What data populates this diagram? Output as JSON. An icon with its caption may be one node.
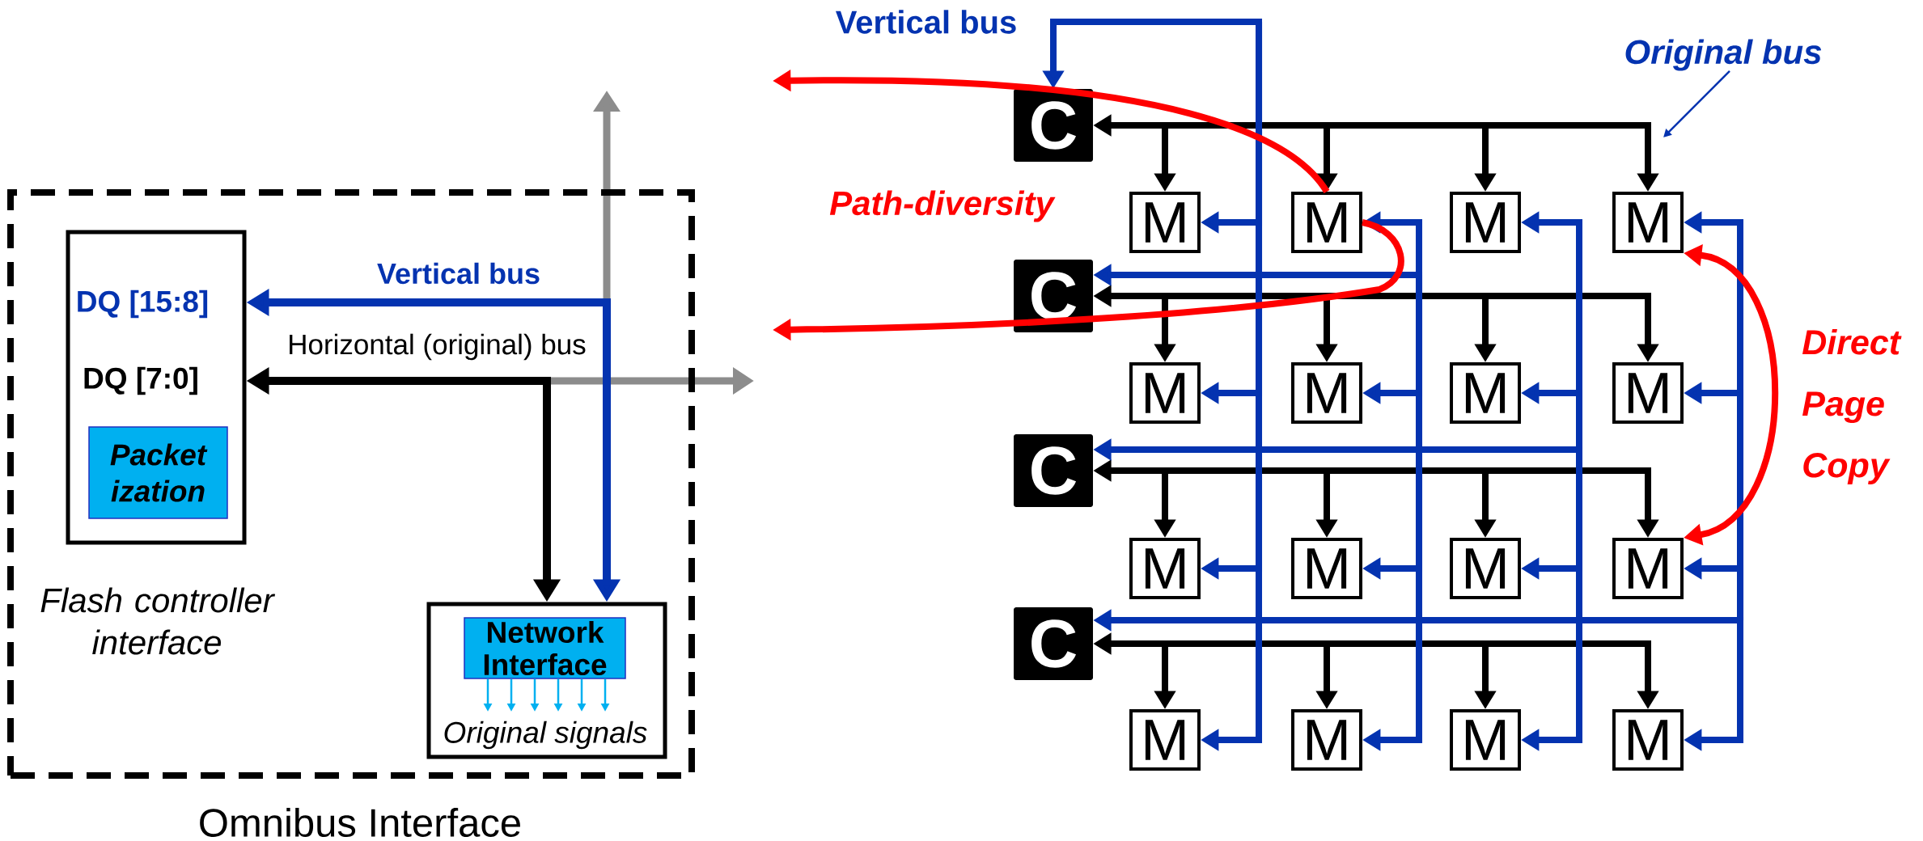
{
  "diagram": {
    "nodes": [
      {
        "text": [
          "Omnibus Interface"
        ]
      },
      {
        "text": [
          "DQ [15:8]",
          "DQ [7:0]"
        ],
        "in": 0,
        "beside": [
          "Flash controller interface"
        ]
      },
      {
        "text": [
          "Packet ization"
        ],
        "in": 1
      },
      {
        "text": [
          "Original signals"
        ],
        "in": 0
      },
      {
        "text": [
          "Network Interface"
        ],
        "in": 3
      },
      {
        "text": [
          "Original bus"
        ]
      },
      {
        "text": [
          "C"
        ]
      },
      {
        "text": [
          "C"
        ]
      },
      {
        "text": [
          "C"
        ]
      },
      {
        "text": [
          "C"
        ]
      },
      {
        "text": [
          "M"
        ]
      },
      {
        "text": [
          "M"
        ]
      },
      {
        "text": [
          "M"
        ]
      },
      {
        "text": [
          "M"
        ]
      },
      {
        "text": [
          "M"
        ]
      },
      {
        "text": [
          "M"
        ]
      },
      {
        "text": [
          "M"
        ]
      },
      {
        "text": [
          "M"
        ]
      },
      {
        "text": [
          "M"
        ]
      },
      {
        "text": [
          "M"
        ]
      },
      {
        "text": [
          "M"
        ]
      },
      {
        "text": [
          "M"
        ]
      },
      {
        "text": [
          "M"
        ]
      },
      {
        "text": [
          "M"
        ]
      },
      {
        "text": [
          "M"
        ]
      },
      {
        "text": [
          "M"
        ]
      }
    ],
    "edges": [
      {
        "from": 1,
        "to": 3,
        "arrow": "both",
        "label": "Vertical bus",
        "color": "#0433b0"
      },
      {
        "from": 1,
        "to": 3,
        "arrow": "both",
        "label": "Horizontal (original) bus",
        "color": "#000000"
      },
      {
        "from": 4,
        "to": null,
        "arrow": "to",
        "color": "#00b0f0"
      },
      {
        "from": 4,
        "to": null,
        "arrow": "to",
        "color": "#00b0f0"
      },
      {
        "from": 4,
        "to": null,
        "arrow": "to",
        "color": "#00b0f0"
      },
      {
        "from": 4,
        "to": null,
        "arrow": "to",
        "color": "#00b0f0"
      },
      {
        "from": 4,
        "to": null,
        "arrow": "to",
        "color": "#00b0f0"
      },
      {
        "from": 4,
        "to": null,
        "arrow": "to",
        "color": "#00b0f0"
      },
      {
        "from": 6,
        "to": 10,
        "arrow": "both",
        "color": "#000000"
      },
      {
        "from": 6,
        "to": 11,
        "arrow": "both",
        "color": "#000000"
      },
      {
        "from": 6,
        "to": 12,
        "arrow": "both",
        "color": "#000000"
      },
      {
        "from": 6,
        "to": 13,
        "arrow": "both",
        "color": "#000000"
      },
      {
        "from": 7,
        "to": 14,
        "arrow": "both",
        "color": "#000000"
      },
      {
        "from": 7,
        "to": 15,
        "arrow": "both",
        "color": "#000000"
      },
      {
        "from": 7,
        "to": 16,
        "arrow": "both",
        "color": "#000000"
      },
      {
        "from": 7,
        "to": 17,
        "arrow": "both",
        "color": "#000000"
      },
      {
        "from": 8,
        "to": 18,
        "arrow": "both",
        "color": "#000000"
      },
      {
        "from": 8,
        "to": 19,
        "arrow": "both",
        "color": "#000000"
      },
      {
        "from": 8,
        "to": 20,
        "arrow": "both",
        "color": "#000000"
      },
      {
        "from": 8,
        "to": 21,
        "arrow": "both",
        "color": "#000000"
      },
      {
        "from": 9,
        "to": 22,
        "arrow": "both",
        "color": "#000000"
      },
      {
        "from": 9,
        "to": 23,
        "arrow": "both",
        "color": "#000000"
      },
      {
        "from": 9,
        "to": 24,
        "arrow": "both",
        "color": "#000000"
      },
      {
        "from": 9,
        "to": 25,
        "arrow": "both",
        "color": "#000000"
      },
      {
        "from": 6,
        "to": 10,
        "arrow": "both",
        "label": "Vertical bus",
        "color": "#0433b0"
      },
      {
        "from": 6,
        "to": 14,
        "arrow": "both",
        "color": "#0433b0"
      },
      {
        "from": 6,
        "to": 18,
        "arrow": "both",
        "color": "#0433b0"
      },
      {
        "from": 6,
        "to": 22,
        "arrow": "both",
        "color": "#0433b0"
      },
      {
        "from": 7,
        "to": 11,
        "arrow": "both",
        "color": "#0433b0"
      },
      {
        "from": 7,
        "to": 15,
        "arrow": "both",
        "color": "#0433b0"
      },
      {
        "from": 7,
        "to": 19,
        "arrow": "both",
        "color": "#0433b0"
      },
      {
        "from": 7,
        "to": 23,
        "arrow": "both",
        "color": "#0433b0"
      },
      {
        "from": 8,
        "to": 12,
        "arrow": "both",
        "color": "#0433b0"
      },
      {
        "from": 8,
        "to": 16,
        "arrow": "both",
        "color": "#0433b0"
      },
      {
        "from": 8,
        "to": 20,
        "arrow": "both",
        "color": "#0433b0"
      },
      {
        "from": 8,
        "to": 24,
        "arrow": "both",
        "color": "#0433b0"
      },
      {
        "from": 9,
        "to": 13,
        "arrow": "both",
        "color": "#0433b0"
      },
      {
        "from": 9,
        "to": 17,
        "arrow": "both",
        "color": "#0433b0"
      },
      {
        "from": 9,
        "to": 21,
        "arrow": "both",
        "color": "#0433b0"
      },
      {
        "from": 9,
        "to": 25,
        "arrow": "both",
        "color": "#0433b0"
      },
      {
        "from": 5,
        "to": null,
        "arrow": "to",
        "color": "#0433b0"
      },
      {
        "from": 11,
        "to": null,
        "arrow": "to",
        "color": "#ff0000"
      },
      {
        "from": 11,
        "to": null,
        "arrow": "to",
        "color": "#ff0000"
      },
      {
        "from": 13,
        "to": 21,
        "arrow": "both",
        "label": "Direct Page Copy",
        "color": "#ff0000"
      }
    ],
    "labels": [
      "Path-diversity"
    ]
  }
}
